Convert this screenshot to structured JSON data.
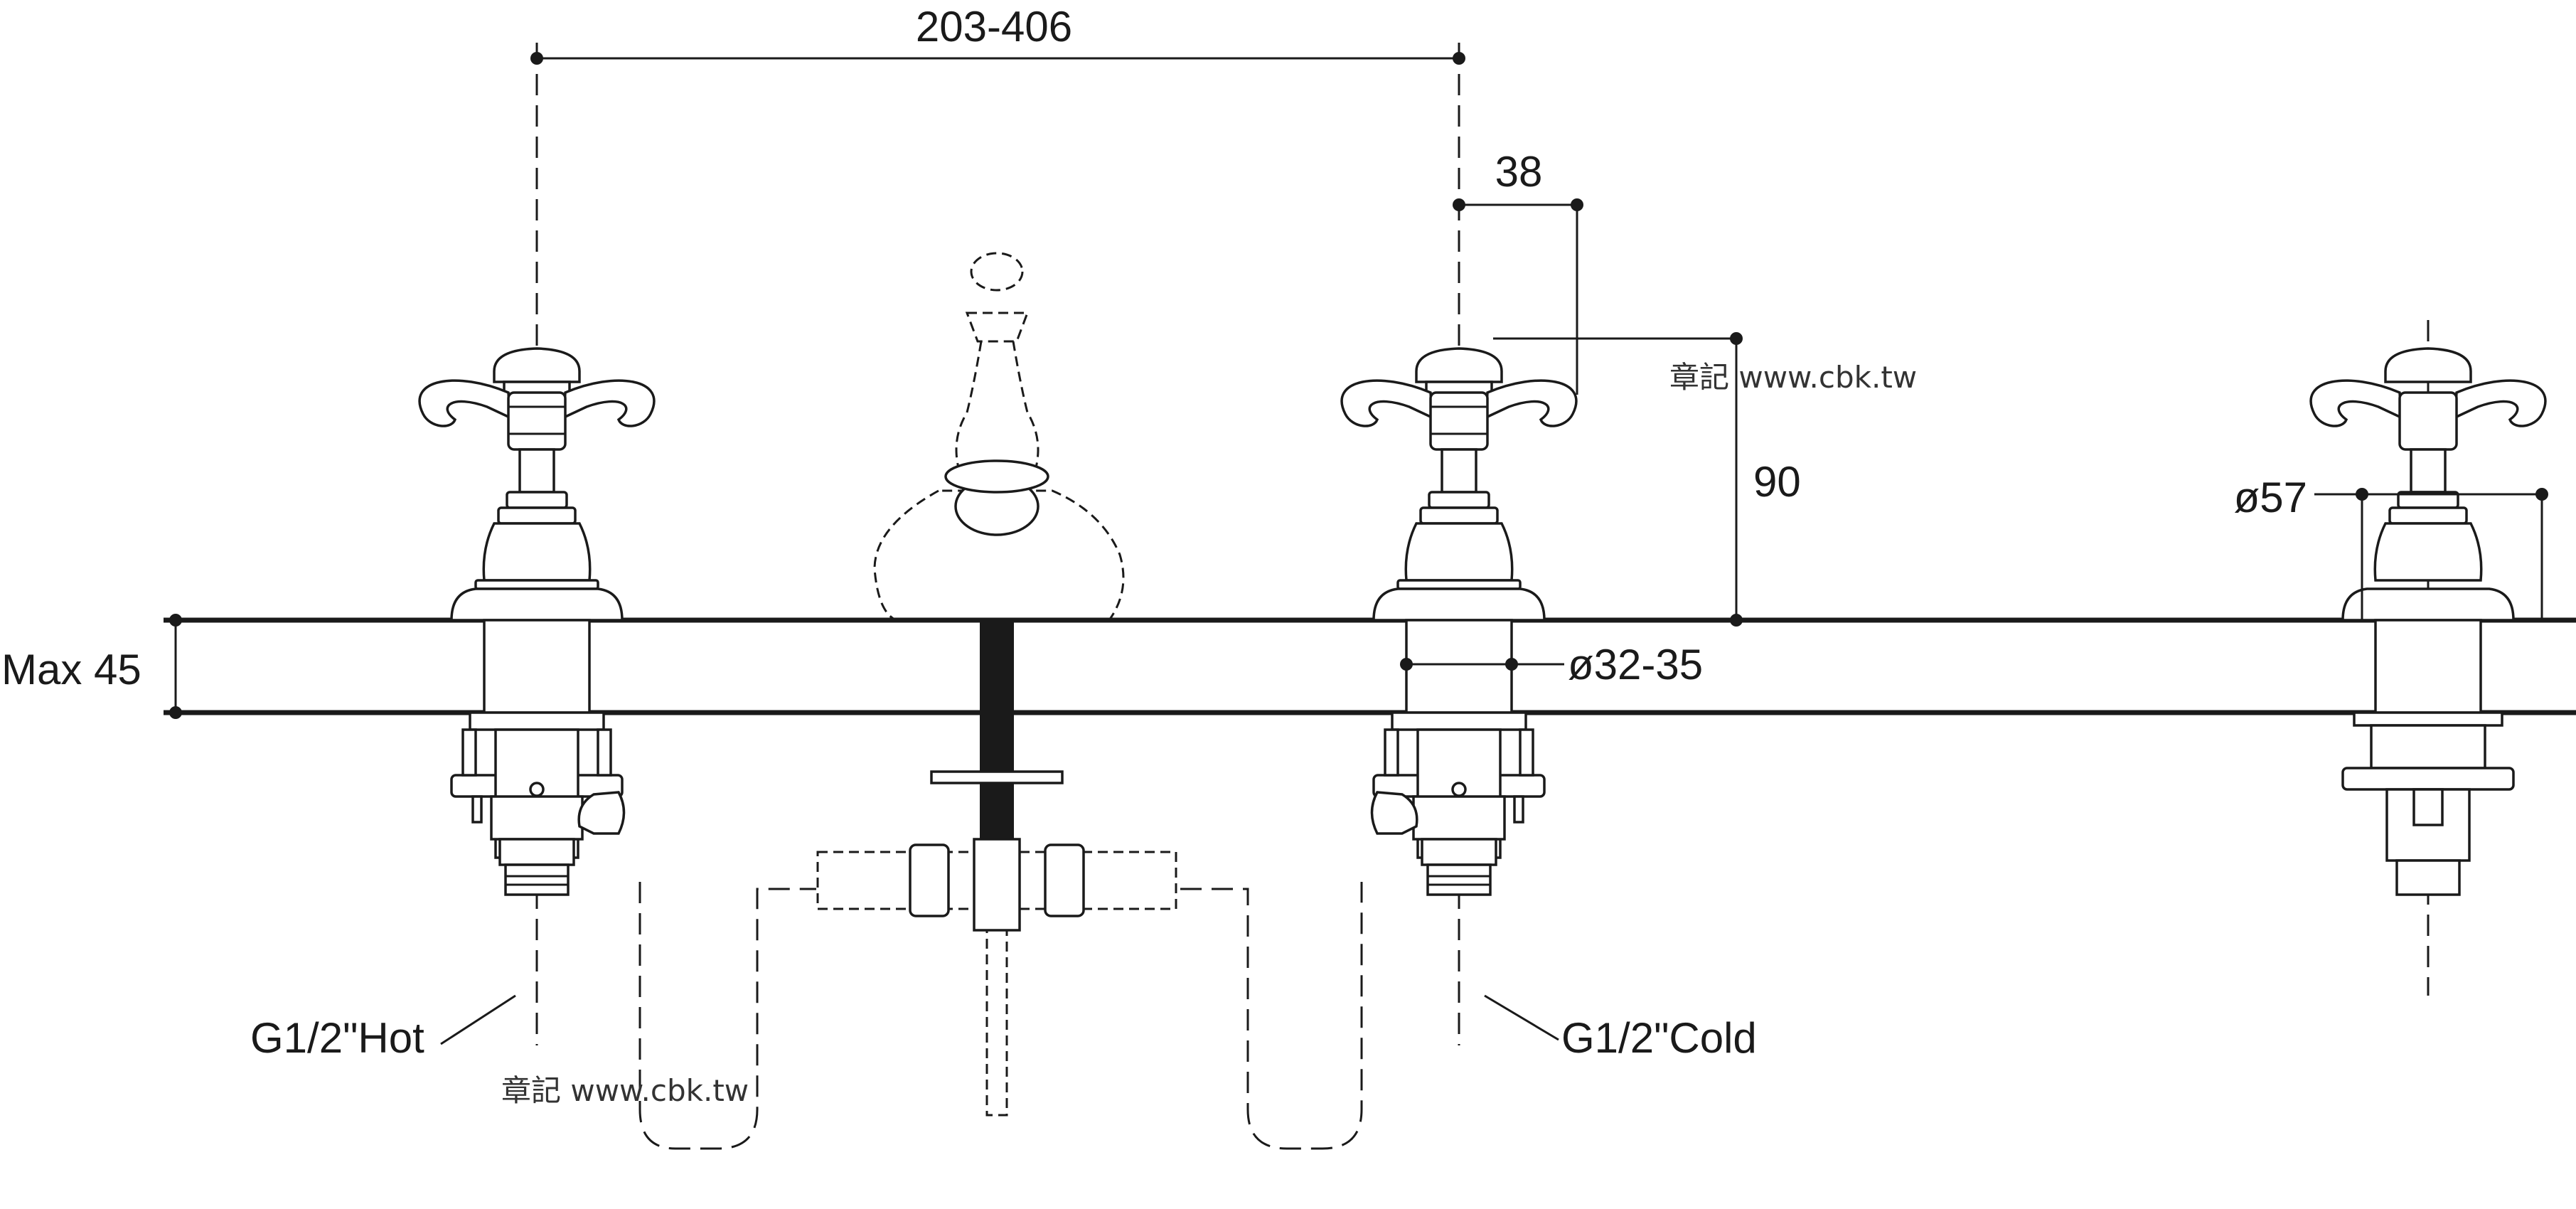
{
  "diagram": {
    "dimensions": {
      "span": "203-406",
      "offset": "38",
      "height": "90",
      "max_thickness": "Max 45",
      "hole_dia": "ø32-35",
      "rosette_dia": "ø57"
    },
    "connections": {
      "hot": "G1/2\"Hot",
      "cold": "G1/2\"Cold"
    },
    "watermarks": {
      "top": "章記 www.cbk.tw",
      "bottom": "章記 www.cbk.tw"
    }
  }
}
